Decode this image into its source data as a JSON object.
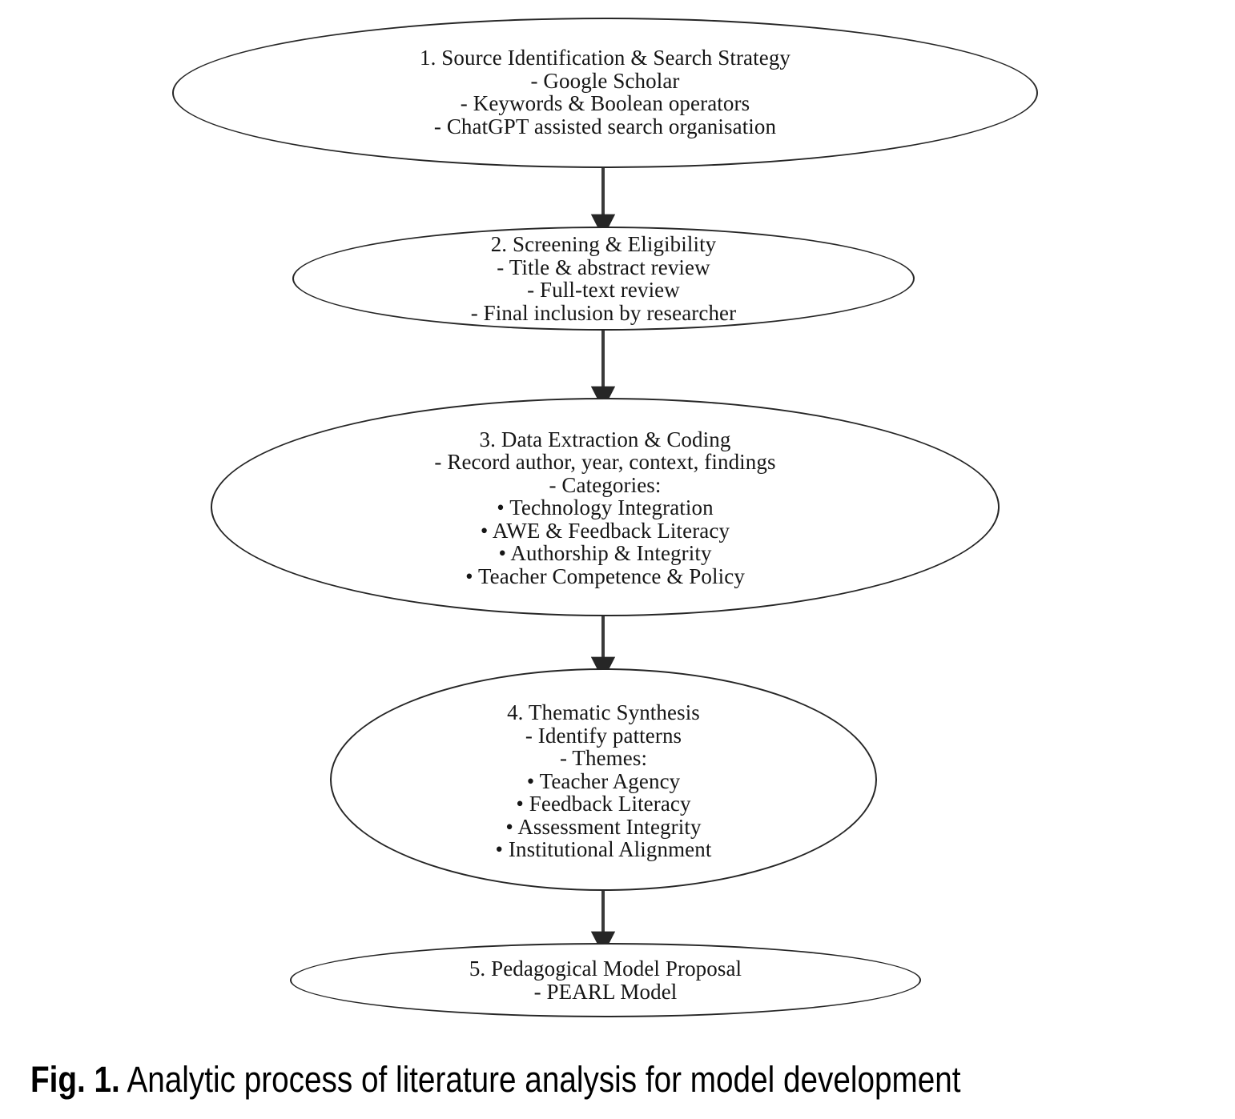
{
  "figure": {
    "caption_label": "Fig. 1.",
    "caption_text": "Analytic process of literature analysis for model development",
    "caption_full": "Fig. 1. Analytic process of literature analysis for model development",
    "outline_color": "#262626",
    "text_color": "#161616",
    "background_color": "#ffffff"
  },
  "chart_data": {
    "type": "diagram",
    "diagram_kind": "flowchart",
    "title": "Analytic process of literature analysis for model development",
    "node_shape": "ellipse",
    "connector": "downward arrow",
    "orientation": "top-to-bottom",
    "node_count": 5,
    "nodes": [
      {
        "step": 1,
        "heading": "1. Source Identification & Search Strategy",
        "items": [
          "- Google Scholar",
          "- Keywords & Boolean operators",
          "- ChatGPT assisted search organisation"
        ]
      },
      {
        "step": 2,
        "heading": "2. Screening & Eligibility",
        "items": [
          "- Title & abstract review",
          "- Full-text review",
          "- Final inclusion by researcher"
        ]
      },
      {
        "step": 3,
        "heading": "3. Data Extraction & Coding",
        "items": [
          "- Record author, year, context, findings",
          "- Categories:",
          "• Technology Integration",
          "• AWE & Feedback Literacy",
          "• Authorship & Integrity",
          "• Teacher Competence & Policy"
        ]
      },
      {
        "step": 4,
        "heading": "4. Thematic Synthesis",
        "items": [
          "- Identify patterns",
          "- Themes:",
          "• Teacher Agency",
          "• Feedback Literacy",
          "• Assessment Integrity",
          "• Institutional Alignment"
        ]
      },
      {
        "step": 5,
        "heading": "5. Pedagogical Model Proposal",
        "items": [
          "- PEARL Model"
        ]
      }
    ],
    "edges": [
      {
        "from": 1,
        "to": 2
      },
      {
        "from": 2,
        "to": 3
      },
      {
        "from": 3,
        "to": 4
      },
      {
        "from": 4,
        "to": 5
      }
    ]
  },
  "nodes": [
    {
      "id": "node-1",
      "name": "source-identification",
      "lines": [
        "1. Source Identification & Search Strategy",
        "- Google Scholar",
        "- Keywords & Boolean operators",
        "- ChatGPT assisted search organisation"
      ]
    },
    {
      "id": "node-2",
      "name": "screening-eligibility",
      "lines": [
        "2. Screening & Eligibility",
        "- Title & abstract review",
        "- Full-text review",
        "- Final inclusion by researcher"
      ]
    },
    {
      "id": "node-3",
      "name": "data-extraction-coding",
      "lines": [
        "3. Data Extraction & Coding",
        "- Record author, year, context, findings",
        "- Categories:",
        "• Technology Integration",
        "• AWE & Feedback Literacy",
        "• Authorship & Integrity",
        "• Teacher Competence & Policy"
      ]
    },
    {
      "id": "node-4",
      "name": "thematic-synthesis",
      "lines": [
        "4. Thematic Synthesis",
        "- Identify patterns",
        "- Themes:",
        "• Teacher Agency",
        "• Feedback Literacy",
        "• Assessment Integrity",
        "• Institutional Alignment"
      ]
    },
    {
      "id": "node-5",
      "name": "pedagogical-model-proposal",
      "lines": [
        "5. Pedagogical Model Proposal",
        "- PEARL Model"
      ]
    }
  ]
}
